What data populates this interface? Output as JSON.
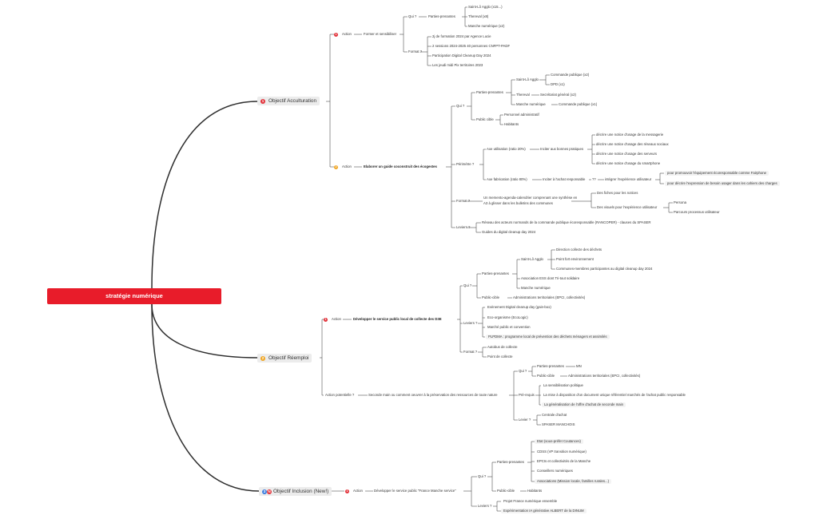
{
  "root": "stratégie numérique",
  "acculturation": {
    "title": "Objectif Acculturation",
    "priority": "1",
    "action1": {
      "label": "Action",
      "priority": "1",
      "text": "Former et sensibiliser",
      "qui": "Qui ?",
      "parties": "Parties-prenantes",
      "stakeholders": [
        "Saint-Lô Agglo (x15...)",
        "Thereval (x8)",
        "Manche numérique (x2)"
      ],
      "format": "Format ?",
      "formats": [
        "2j de formation 2024 par Agence Lucie",
        "2 sessions 2024-2025 40 personnes CNFPT-PADF",
        "Participation Digital Cleanup Day 2024",
        "Les jeudi midi Pix territoires 2023"
      ]
    },
    "action2": {
      "label": "Action",
      "priority": "2",
      "text": "Elaborer un guide coconstruit des écogestes",
      "qui": "Qui ?",
      "parties": "Parties-prenantes",
      "stlo": "Saint-Lô Agglo",
      "stlo_items": [
        "Commande publique (x2)",
        "DPD (x1)"
      ],
      "thereval": "Thereval",
      "thereval_item": "Secrétariat général (x2)",
      "manche": "Manche numérique",
      "manche_item": "Commande publique (x1)",
      "public": "Public cible",
      "public_items": [
        "Personnel administratif",
        "Habitants"
      ],
      "perimetre": "Périmètre ?",
      "axe1": "Axe utilisation (ratio 20%)",
      "axe1_sub": "Inciter aux bonnes pratiques",
      "axe1_items": [
        "décrire une notice d'usage de la messagerie",
        "décrire une notice d'usage des réseaux sociaux",
        "décrire une notice d'usage des serveurs",
        "décrire une notice d'usage du smartphone"
      ],
      "axe2": "Axe fabrication (ratio 80%)",
      "axe2_sub": "Inciter à l'achat responsable",
      "axe2_q": "??",
      "axe2_sub2": "intégrer l'expérience utilisateur",
      "axe2_items": [
        "pour promouvoir l'équipement écoresponsable comme Fairphone",
        "pour décrire l'expression de besoin usager dans les cahiers des charges"
      ],
      "format": "Format ?",
      "format_text1": "Un memento-agenda-calendrier comprenant une synthèse en",
      "format_text2": "A3 à glisser dans les bulletins des communes",
      "fiches": "Des fiches pour les notices",
      "visuels": "Des visuels pour l'expérience utilisateur",
      "visuels_items": [
        "Persona",
        "Parcours processus utilisateur"
      ],
      "leviers": "Leviers ?",
      "leviers_items": [
        "Réseau des acteurs normands de la commande publique écoresponsable (RANCOPER) - clauses du SPASER",
        "Guides du digital cleanup day 2024"
      ]
    }
  },
  "reemploi": {
    "title": "Objectif Réemploi",
    "priority": "2",
    "action1": {
      "label": "Action",
      "priority": "1",
      "text": "Développer le service public local  de collecte des D3E",
      "qui": "Qui ?",
      "parties": "Parties-prenantes",
      "stlo": "Saint-Lô Agglo",
      "stlo_items": [
        "Direction collecte des déchets",
        "Point fort environnement",
        "Communes-membres participantes au digital cleanup day 2024"
      ],
      "ess": "Association ESS  dont Tri-tout solidaire",
      "manche": "Manche numérique",
      "public": "Public-cible",
      "public_item": "Administrations territoriales (EPCI, collectivités)",
      "leviers": "Leviers ?",
      "leviers_items": [
        "Evènement Digital cleanup day (gain-box)",
        "Eco-organisme (EcoLogic)",
        "Marché public et convention",
        "PLPDMA : programme local de prévention des déchets ménagers et assimilés"
      ],
      "format": "Format ?",
      "format_items": [
        "Autobus de collecte",
        "Point de collecte"
      ]
    },
    "action2": {
      "label": "Action potentielle ?",
      "text": "Seconde main ou comment oeuvrer à la préservation des ressources de toute nature",
      "qui": "Qui ?",
      "parties": "Parties-prenantes",
      "parties_item": "MN",
      "public": "Public-cible",
      "public_item": "Administrations territoriales (EPCI, collectivités)",
      "prereq": "Pré-requis",
      "prereq_items": [
        "La sensibilisation politique",
        "La mise à disposition d'un document unique référentiel marchés de l'achat public responsable",
        "La généralisation de l'offre d'achat de seconde main"
      ],
      "levier": "Levier ?",
      "levier_items": [
        "Centrale d'achat",
        "SPASER MANCHOIS"
      ]
    }
  },
  "inclusion": {
    "title": "Objectif Inclusion (New!)",
    "priority": "3",
    "badge": "N",
    "action": {
      "label": "Action",
      "priority": "1",
      "text": "Développer le service public \"France Manche service\"",
      "qui": "Qui ?",
      "parties": "Parties-prenantes",
      "parties_items": [
        "Etat (sous-préfet Coutances)",
        "CDSS  (VP transition numérique)",
        "EPCIs et collectivités de la Manche",
        "Conseillers numériques",
        "Associations (Mission locale, familles rurales...)"
      ],
      "public": "Public-cible",
      "public_item": "Habitants",
      "leviers": "Leviers ?",
      "leviers_items": [
        "Projet France numérique ensemble",
        "Expérimentation IA générative ALBERT de la DINUM"
      ]
    }
  },
  "colors": {
    "root": "#e81c2a",
    "line": "#2e2e2e",
    "p1": "#e2323a",
    "p2": "#f0a623",
    "p3": "#3d7fe0"
  }
}
